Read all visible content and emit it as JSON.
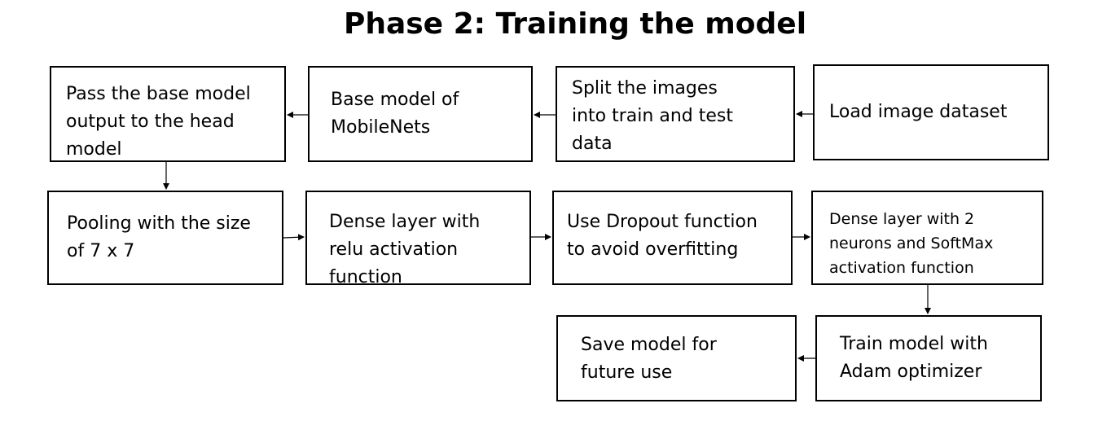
{
  "title": "Phase 2: Training the model",
  "boxes": {
    "load": "Load image dataset",
    "split": "Split the images\ninto train and test\ndata",
    "base": "Base model of\nMobileNets",
    "pass": "Pass the base model\noutput to the head\nmodel",
    "pooling": "Pooling with the size\nof 7 x 7",
    "dense_relu": "Dense layer with\nrelu activation\nfunction",
    "dropout": "Use Dropout function\nto avoid overfitting",
    "dense_softmax": "Dense layer with 2\nneurons and SoftMax\nactivation function",
    "train": "Train model with\nAdam optimizer",
    "save": "Save model for\nfuture use"
  },
  "flow": [
    [
      "load",
      "split"
    ],
    [
      "split",
      "base"
    ],
    [
      "base",
      "pass"
    ],
    [
      "pass",
      "pooling"
    ],
    [
      "pooling",
      "dense_relu"
    ],
    [
      "dense_relu",
      "dropout"
    ],
    [
      "dropout",
      "dense_softmax"
    ],
    [
      "dense_softmax",
      "train"
    ],
    [
      "train",
      "save"
    ]
  ]
}
